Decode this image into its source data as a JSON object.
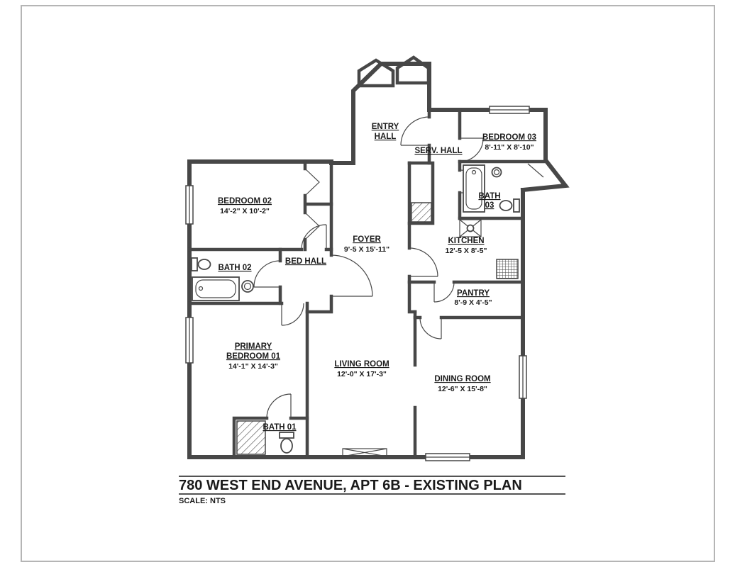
{
  "colors": {
    "wall": "#474747",
    "ink": "#1a1a1a",
    "border": "#b5b5b5",
    "paper": "#ffffff"
  },
  "title_block": {
    "title": "780 WEST END AVENUE, APT 6B - EXISTING PLAN",
    "scale": "SCALE: NTS"
  },
  "rooms": {
    "entry_hall": {
      "line1": "ENTRY",
      "line2": "HALL"
    },
    "serv_hall": {
      "line1": "SERV. HALL"
    },
    "bedroom_03": {
      "line1": "BEDROOM 03",
      "dims": "8'-11\" X 8'-10\""
    },
    "bedroom_02": {
      "line1": "BEDROOM 02",
      "dims": "14'-2\" X 10'-2\""
    },
    "foyer": {
      "line1": "FOYER",
      "dims": "9'-5 X 15'-11\""
    },
    "bath_03": {
      "line1": "BATH",
      "line2": "03"
    },
    "kitchen": {
      "line1": "KITCHEN",
      "dims": "12'-5 X 8'-5\""
    },
    "bath_02": {
      "line1": "BATH 02"
    },
    "bed_hall": {
      "line1": "BED HALL"
    },
    "pantry": {
      "line1": "PANTRY",
      "dims": "8'-9 X 4'-5\""
    },
    "primary_bedroom_01": {
      "line1": "PRIMARY",
      "line2": "BEDROOM 01",
      "dims": "14'-1\" X 14'-3\""
    },
    "living_room": {
      "line1": "LIVING ROOM",
      "dims": "12'-0\" X 17'-3\""
    },
    "dining_room": {
      "line1": "DINING ROOM",
      "dims": "12'-6\" X 15'-8\""
    },
    "bath_01": {
      "line1": "BATH 01"
    }
  }
}
